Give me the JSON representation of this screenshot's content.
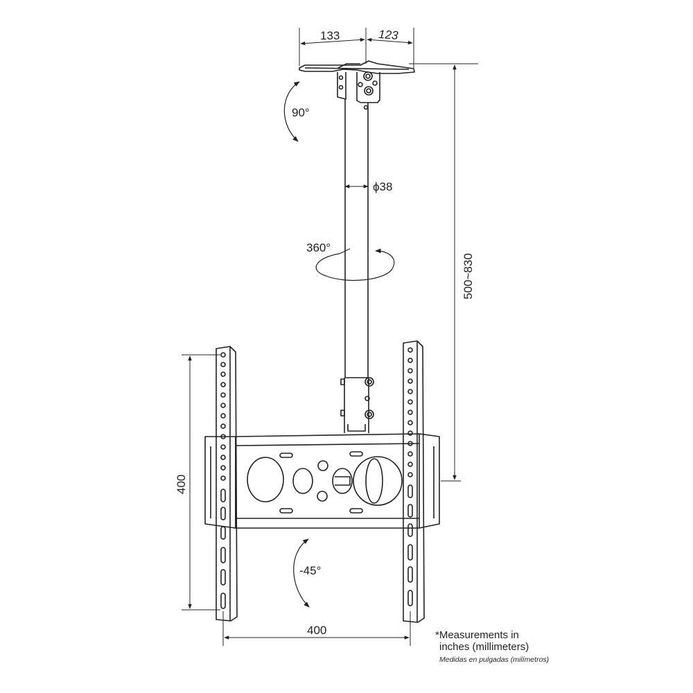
{
  "dimensions": {
    "plate_left": "133",
    "plate_right": "123",
    "tilt_up": "90°",
    "pole_diameter": "ϕ38",
    "swivel": "360°",
    "pole_length": "500~830",
    "vesa_height": "400",
    "tilt_down": "-45°",
    "vesa_width": "400"
  },
  "note": {
    "line1": "*Measurements in",
    "line2": "inches (millimeters)",
    "spanish": "Medidas en pulgadas (milímetros)"
  },
  "colors": {
    "line": "#231f20",
    "background": "#ffffff"
  }
}
